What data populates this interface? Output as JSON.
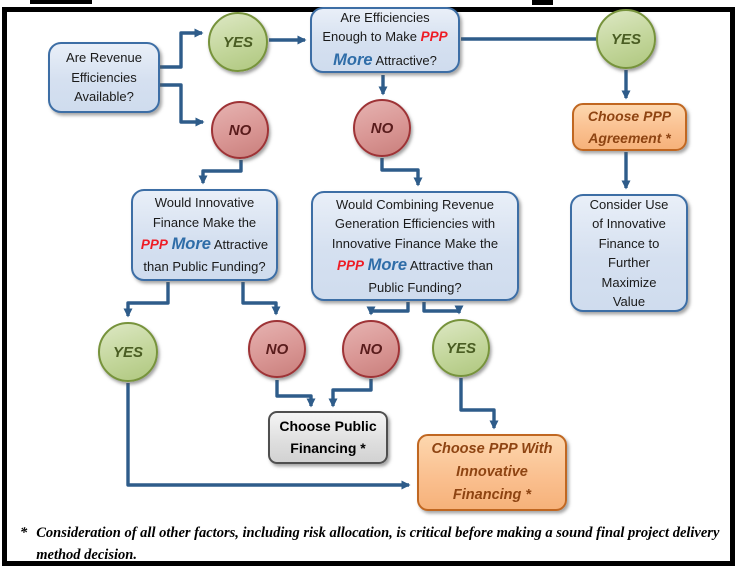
{
  "labels": {
    "yes": "YES",
    "no": "NO"
  },
  "nodes": {
    "revenue_q": {
      "text": "Are Revenue Efficiencies Available?"
    },
    "efficiencies_q": {
      "l1": "Are Efficiencies",
      "l2": "Enough to Make",
      "ppp": "PPP",
      "more": "More",
      "l3": "Attractive?"
    },
    "innovative_q": {
      "l1": "Would Innovative",
      "l2": "Finance Make the",
      "ppp": "PPP",
      "more": "More",
      "l3": "Attractive",
      "l4": "than Public Funding?"
    },
    "combining_q": {
      "l1": "Would Combining Revenue",
      "l2": "Generation Efficiencies with",
      "l3": "Innovative Finance Make the",
      "ppp": "PPP",
      "more": "More",
      "l4": "Attractive than",
      "l5": "Public Funding?"
    },
    "choose_ppp_agreement": {
      "text": "Choose PPP Agreement *"
    },
    "consider_innovative": {
      "text": "Consider Use of Innovative Finance to Further Maximize Value"
    },
    "choose_public": {
      "text": "Choose Public Financing *"
    },
    "choose_ppp_innovative": {
      "text": "Choose PPP With Innovative Financing *"
    }
  },
  "footnote": {
    "marker": "*",
    "text": "Consideration of all other factors, including risk allocation, is critical before making a sound final project delivery method decision."
  },
  "colors": {
    "arrow": "#2e5c8a",
    "blue_fill": "#d9e3f1",
    "blue_border": "#3d6ea5",
    "green_fill": "#c3d69b",
    "green_border": "#77933c",
    "green_text": "#4a5d23",
    "red_fill": "#d99694",
    "red_border": "#9e3336",
    "red_text": "#591c1c",
    "orange_fill": "#fac090",
    "orange_border": "#c06721",
    "orange_text": "#8e4412",
    "gray_fill": "#e3e3e3",
    "gray_border": "#4f4f4f",
    "ppp_red": "#ee1c25",
    "more_blue": "#2f6da8"
  }
}
